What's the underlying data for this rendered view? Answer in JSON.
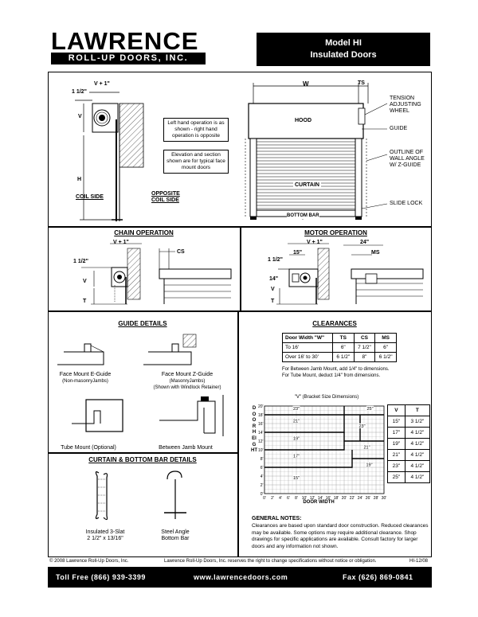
{
  "header": {
    "brand": "LAWRENCE",
    "brand_sub": "ROLL-UP DOORS, INC.",
    "model": "Model HI",
    "model_sub": "Insulated Doors"
  },
  "elevation": {
    "dim_v1": "V + 1\"",
    "dim_1half": "1 1/2\"",
    "dim_v": "V",
    "dim_h": "H",
    "coil_side": "COIL SIDE",
    "opposite_coil_side_1": "OPPOSITE",
    "opposite_coil_side_2": "COIL SIDE",
    "note1": "Left hand operation is as shown - right hand operation is opposite",
    "note2": "Elevation and section shown are for typical face mount doors",
    "dim_w": "W",
    "dim_ts": "TS",
    "hood": "HOOD",
    "curtain": "CURTAIN",
    "bottom_bar": "BOTTOM BAR",
    "tension": "TENSION ADJUSTING WHEEL",
    "guide": "GUIDE",
    "outline": "OUTLINE OF WALL ANGLE W/ Z-GUIDE",
    "slide_lock": "SLIDE LOCK"
  },
  "chain": {
    "title": "CHAIN OPERATION",
    "v1": "V + 1\"",
    "cs": "CS",
    "half": "1 1/2\"",
    "v": "V",
    "t": "T"
  },
  "motor": {
    "title": "MOTOR OPERATION",
    "v1": "V + 1\"",
    "d24": "24\"",
    "half": "1 1/2\"",
    "d15": "15\"",
    "ms": "MS",
    "d14": "14\"",
    "v": "V",
    "t": "T"
  },
  "guides": {
    "title": "GUIDE DETAILS",
    "e_guide": "Face Mount E-Guide",
    "e_guide_sub": "(Non-masonryJambs)",
    "z_guide": "Face Mount Z-Guide",
    "z_guide_sub": "(MasonryJambs)",
    "z_guide_sub2": "(Shown with Windlock Retainer)",
    "tube": "Tube Mount (Optional)",
    "between": "Between Jamb Mount"
  },
  "curtain_details": {
    "title": "CURTAIN & BOTTOM BAR DETAILS",
    "slat_1": "Insulated 3-Slat",
    "slat_2": "2 1/2\" x 13/16\"",
    "bar_1": "Steel Angle",
    "bar_2": "Bottom Bar"
  },
  "clearances": {
    "title": "CLEARANCES",
    "headers": [
      "Door Width \"W\"",
      "TS",
      "CS",
      "MS"
    ],
    "rows": [
      [
        "To 16'",
        "6\"",
        "7 1/2\"",
        "6\""
      ],
      [
        "Over 16' to 30'",
        "6 1/2\"",
        "8\"",
        "6 1/2\""
      ]
    ],
    "note1": "For Between Jamb Mount, add 1/4\" to dimensions.",
    "note2": "For Tube Mount, deduct 1/4\" from dimensions."
  },
  "chart_data": {
    "type": "table",
    "title": "\"V\" (Bracket Size Dimensions)",
    "xlabel": "DOOR WIDTH",
    "ylabel": "DOOR HEIGHT",
    "x_ticks": [
      "0'",
      "2'",
      "4'",
      "6'",
      "8'",
      "10'",
      "12'",
      "14'",
      "16'",
      "18'",
      "20'",
      "22'",
      "24'",
      "26'",
      "28'",
      "30'"
    ],
    "y_ticks": [
      "0'",
      "2'",
      "4'",
      "6'",
      "8'",
      "10'",
      "12'",
      "14'",
      "16'",
      "18'",
      "20'"
    ],
    "xlim": [
      0,
      30
    ],
    "ylim": [
      0,
      20
    ],
    "zone_labels": [
      {
        "text": "23\"",
        "x": 8,
        "y": 19.3
      },
      {
        "text": "25\"",
        "x": 26.5,
        "y": 19.3
      },
      {
        "text": "21\"",
        "x": 8,
        "y": 16.5
      },
      {
        "text": "23\"",
        "x": 24.5,
        "y": 15.3
      },
      {
        "text": "19\"",
        "x": 8,
        "y": 12.5
      },
      {
        "text": "21\"",
        "x": 25.7,
        "y": 10.5
      },
      {
        "text": "17\"",
        "x": 8,
        "y": 8.5
      },
      {
        "text": "19\"",
        "x": 26.3,
        "y": 6.5
      },
      {
        "text": "15\"",
        "x": 8,
        "y": 3.5
      }
    ],
    "boundaries": [
      [
        [
          0,
          18
        ],
        [
          30,
          18
        ]
      ],
      [
        [
          20,
          20
        ],
        [
          20,
          18
        ]
      ],
      [
        [
          0,
          14
        ],
        [
          20,
          14
        ],
        [
          20,
          18
        ]
      ],
      [
        [
          0,
          10
        ],
        [
          20,
          10
        ],
        [
          20,
          14
        ]
      ],
      [
        [
          20,
          12
        ],
        [
          30,
          12
        ]
      ],
      [
        [
          0,
          6
        ],
        [
          22,
          6
        ],
        [
          22,
          8
        ],
        [
          30,
          8
        ]
      ],
      [
        [
          24,
          18
        ],
        [
          24,
          12
        ]
      ],
      [
        [
          22,
          8
        ],
        [
          22,
          10
        ]
      ]
    ],
    "vt_table": {
      "headers": [
        "V",
        "T"
      ],
      "rows": [
        [
          "15\"",
          "3 1/2\""
        ],
        [
          "17\"",
          "4 1/2\""
        ],
        [
          "19\"",
          "4 1/2\""
        ],
        [
          "21\"",
          "4 1/2\""
        ],
        [
          "23\"",
          "4 1/2\""
        ],
        [
          "25\"",
          "4 1/2\""
        ]
      ]
    }
  },
  "general_notes": {
    "title": "GENERAL NOTES:",
    "text": "Clearances are based upon standard door construction. Reduced clearances may be available. Some options may require additional clearance. Shop drawings for specific applications are available. Consult factory for larger doors and any information not shown."
  },
  "footer": {
    "copyright": "© 2008 Lawrence Roll-Up Doors, Inc.",
    "rights": "Lawrence Roll-Up Doors, Inc. reserves the right to change specifications without notice or obligation.",
    "code": "HI-12/08",
    "toll_free": "Toll Free (866) 939-3399",
    "website": "www.lawrencedoors.com",
    "fax": "Fax (626) 869-0841"
  }
}
